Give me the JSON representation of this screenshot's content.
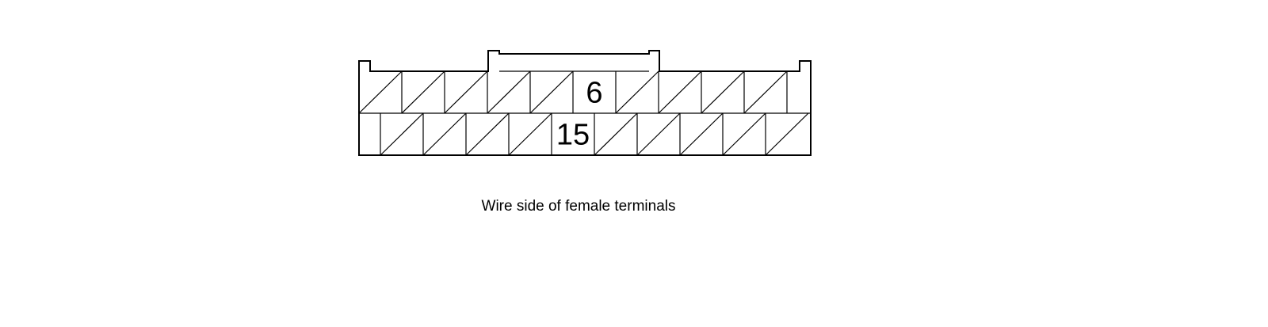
{
  "connector": {
    "view": "Wire side of female terminals",
    "rows": [
      {
        "cells": 10,
        "labels": [
          {
            "cell": 5,
            "text": "6"
          }
        ]
      },
      {
        "cells": 10,
        "labels": [
          {
            "cell": 4,
            "text": "15"
          }
        ]
      }
    ]
  }
}
